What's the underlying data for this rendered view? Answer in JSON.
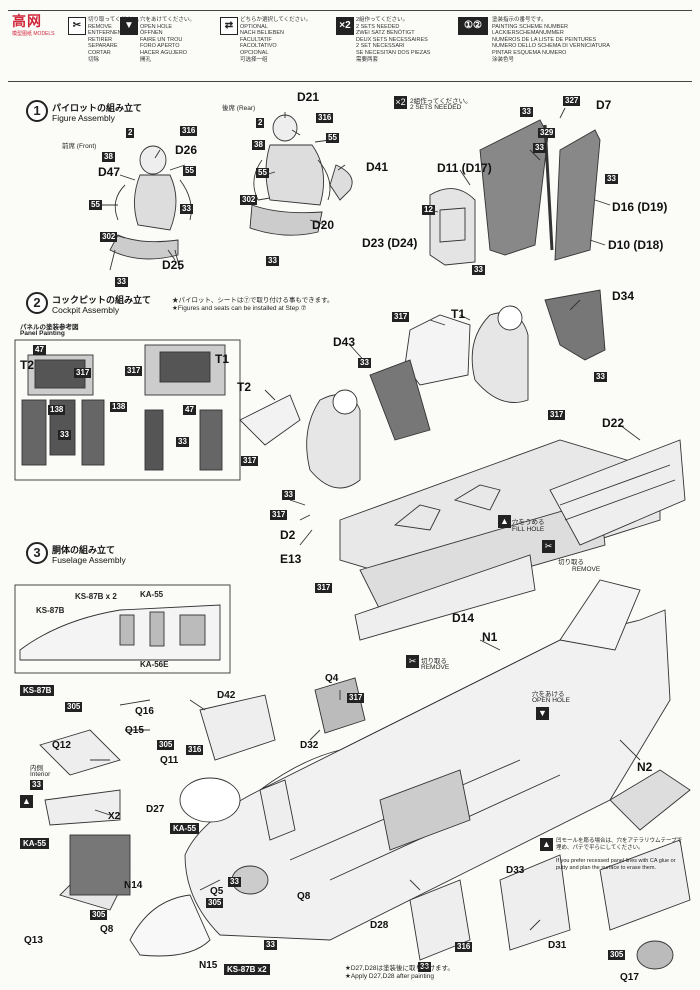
{
  "watermark": {
    "brand": "高网",
    "sub": "模型图纸 MODELS"
  },
  "legend": [
    {
      "icon": "scissors-icon",
      "lines": [
        "切り取ってください。",
        "REMOVE",
        "ENTFERNEN",
        "RETIRER",
        "SEPARARE",
        "CORTAR",
        "切除"
      ]
    },
    {
      "icon": "drill-hole-icon",
      "lines": [
        "穴をあけてください。",
        "OPEN HOLE",
        "ÖFFNEN",
        "FAIRE UN TROU",
        "FORO APERTO",
        "HACER AGUJERO",
        "開孔"
      ]
    },
    {
      "icon": "choice-arrows-icon",
      "lines": [
        "どちらか選択してください。",
        "OPTIONAL",
        "NACH BELIEBEN",
        "FACULTATIF",
        "FACOLTATIVO",
        "OPCIONAL",
        "可选择一组"
      ]
    },
    {
      "icon": "x2-icon",
      "lines": [
        "2組作ってください。",
        "2 SETS NEEDED",
        "ZWEI SATZ BENÖTIGT",
        "DEUX SETS NECESSAIRES",
        "2 SET NECESSARI",
        "SE NECESITAN DOS PIEZAS",
        "需要两套"
      ]
    },
    {
      "icon": "paint-number-icon",
      "lines": [
        "塗装指示の番号です。",
        "PAINTING SCHEME NUMBER",
        "LACKIERSCHEMANUMMER",
        "NUMÉROS DE LA LISTE DE PEINTURES",
        "NUMERO DELLO SCHEMA DI VERNICIATURA",
        "PINTAR ESQUEMA NUMERO",
        "涂装色号"
      ]
    }
  ],
  "step1": {
    "num": "1",
    "jp": "パイロットの組み立て",
    "en": "Figure Assembly",
    "front": "前席 (Front)",
    "rear": "後席 (Rear)",
    "x2_jp": "2組作ってください。",
    "x2_en": "2 SETS NEEDED"
  },
  "step2": {
    "num": "2",
    "jp": "コックピットの組み立て",
    "en": "Cockpit Assembly",
    "note_jp": "★パイロット、シートは⑦で取り付ける事もできます。",
    "note_en": "★Figures and seats can be installed at Step ⑦",
    "panel_jp": "パネルの塗装参考図",
    "panel_en": "Panel Painting",
    "fill_hole_jp": "穴をうめる",
    "fill_hole_en": "FILL HOLE",
    "remove_jp": "切り取る",
    "remove_en": "REMOVE"
  },
  "step3": {
    "num": "3",
    "jp": "胴体の組み立て",
    "en": "Fuselage Assembly",
    "remove_jp": "切り取る",
    "remove_en": "REMOVE",
    "open_hole_jp": "穴をあける",
    "open_hole_en": "OPEN HOLE",
    "interior_jp": "内側",
    "interior_en": "Interior",
    "note_jp": "凹モールを彫る場合は、穴をアテラリウムテープで埋め、パテで平らにしてください。",
    "note_en": "If you prefer recessed panel lines with CA glue or putty and plan the surface to erase them.",
    "d27_jp": "★D27,D28は塗装後に取り付けます。",
    "d27_en": "★Apply D27,D28 after painting"
  },
  "inset": {
    "ks87_x2": "KS-87B x 2",
    "ks87": "KS-87B",
    "ka55": "KA-55",
    "ka56": "KA-56E"
  },
  "tags": {
    "ks87b": "KS-87B",
    "ka55": "KA-55",
    "ka55b": "KA-55",
    "ks87b_x2": "KS-87B x2"
  },
  "paint": {
    "p316": "316",
    "p55": "55",
    "p33": "33",
    "p302": "302",
    "p2": "2",
    "p38": "38",
    "p12": "12",
    "p327": "327",
    "p329": "329",
    "p317": "317",
    "p47": "47",
    "p138": "138",
    "p305": "305"
  },
  "parts": {
    "D26": "D26",
    "D47": "D47",
    "D25": "D25",
    "D21": "D21",
    "D20": "D20",
    "D41": "D41",
    "D7": "D7",
    "D11": "D11 (D17)",
    "D16": "D16 (D19)",
    "D23": "D23 (D24)",
    "D10": "D10 (D18)",
    "T1": "T1",
    "T2": "T2",
    "T1b": "T1",
    "T2b": "T2",
    "D34": "D34",
    "D43": "D43",
    "D22": "D22",
    "D2": "D2",
    "E13": "E13",
    "D14": "D14",
    "N1": "N1",
    "N2": "N2",
    "Q4": "Q4",
    "D42": "D42",
    "D32": "D32",
    "Q16": "Q16",
    "Q15": "Q15",
    "Q12": "Q12",
    "Q11": "Q11",
    "X2": "X2",
    "D27": "D27",
    "Q13": "Q13",
    "Q8": "Q8",
    "Q5": "Q5",
    "Q8b": "Q8",
    "N14": "N14",
    "N15": "N15",
    "D33": "D33",
    "D28": "D28",
    "D31": "D31",
    "Q17": "Q17"
  }
}
